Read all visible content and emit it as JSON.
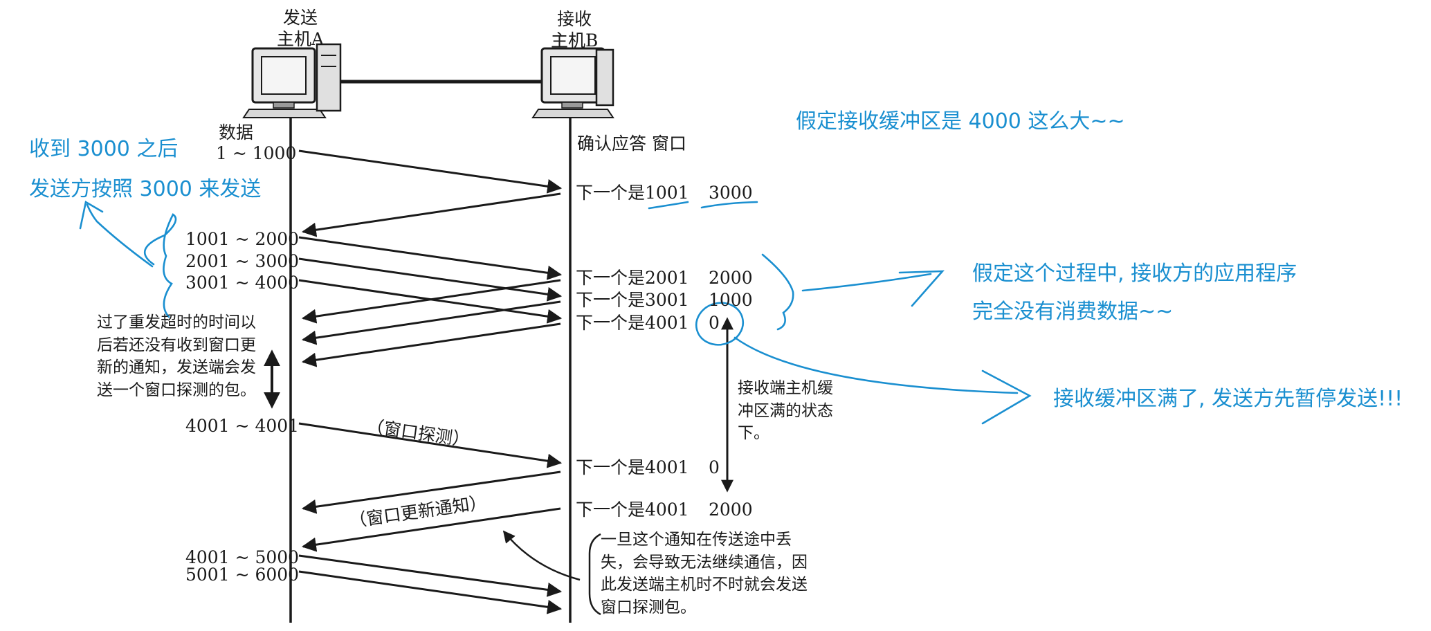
{
  "hosts": {
    "sender_line1": "发送",
    "sender_line2": "主机A",
    "receiver_line1": "接收",
    "receiver_line2": "主机B"
  },
  "headers": {
    "data": "数据",
    "ack_window": "确认应答 窗口"
  },
  "sent_ranges": [
    "1 ~ 1000",
    "1001 ~ 2000",
    "2001 ~ 3000",
    "3001 ~ 4000",
    "4001 ~ 4001",
    "4001 ~ 5000",
    "5001 ~ 6000"
  ],
  "acks": [
    {
      "next": "下一个是1001",
      "window": "3000"
    },
    {
      "next": "下一个是2001",
      "window": "2000"
    },
    {
      "next": "下一个是3001",
      "window": "1000"
    },
    {
      "next": "下一个是4001",
      "window": "0"
    },
    {
      "next": "下一个是4001",
      "window": "0"
    },
    {
      "next": "下一个是4001",
      "window": "2000"
    }
  ],
  "labels": {
    "window_probe": "（窗口探测）",
    "window_update": "（窗口更新通知）"
  },
  "notes": {
    "timeout": "过了重发超时的时间以后若还没有收到窗口更新的通知，发送端会发送一个窗口探测的包。",
    "full_state": "接收端主机缓冲区满的状态下。",
    "lost_update": "一旦这个通知在传送途中丢失，会导致无法继续通信，因此发送端主机时不时就会发送窗口探测包。"
  },
  "annotations": {
    "after_3000_line1": "收到 3000 之后",
    "after_3000_line2": "发送方按照 3000 来发送",
    "buffer_size": "假定接收缓冲区是 4000 这么大~~",
    "no_consume_line1": "假定这个过程中, 接收方的应用程序",
    "no_consume_line2": "完全没有消费数据~~",
    "buffer_full": "接收缓冲区满了, 发送方先暂停发送!!!"
  },
  "colors": {
    "annotation": "#1a8fd0",
    "ink": "#1a1a1a"
  }
}
